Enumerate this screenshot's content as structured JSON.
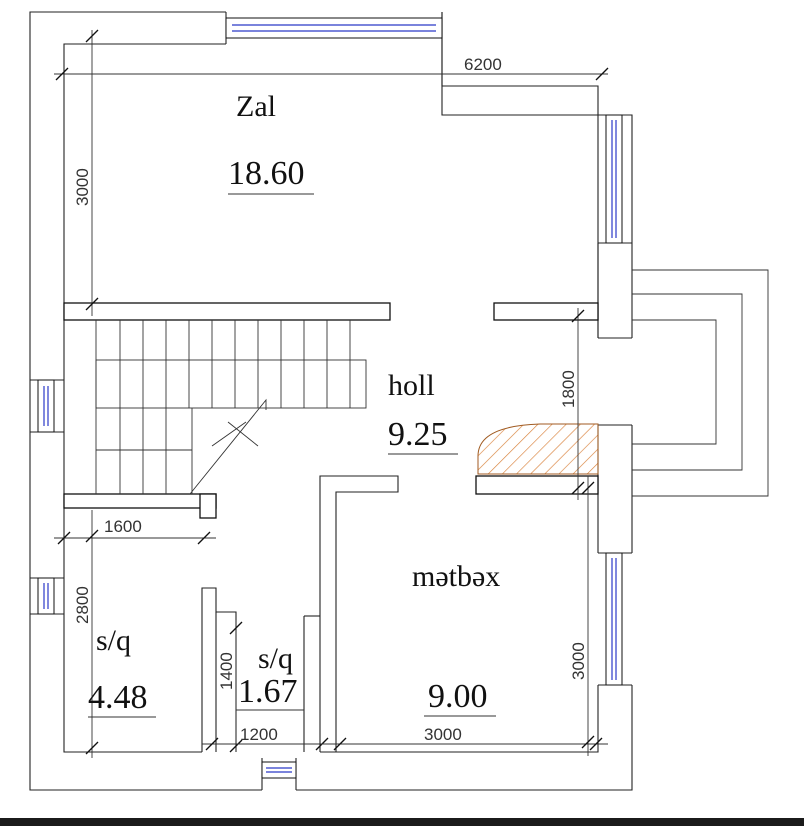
{
  "rooms": {
    "zal": {
      "name": "Zal",
      "area": "18.60"
    },
    "holl": {
      "name": "holl",
      "area": "9.25"
    },
    "metbex": {
      "name": "mətbəx",
      "area": "9.00"
    },
    "sq_left": {
      "name": "s/q",
      "area": "4.48"
    },
    "sq_center": {
      "name": "s/q",
      "area": "1.67"
    }
  },
  "dimensions": {
    "top_width": "6200",
    "zal_depth": "3000",
    "entry_width": "1800",
    "sq_width_top": "1600",
    "sq_depth": "2800",
    "small_bath_depth": "1400",
    "small_bath_width": "1200",
    "kitchen_width": "3000",
    "kitchen_depth": "3000"
  },
  "colors": {
    "walls": "#111111",
    "window_glass": "#2a39c8",
    "hatch": "#d9823b",
    "bottom_bar": "#1b1b1b"
  }
}
